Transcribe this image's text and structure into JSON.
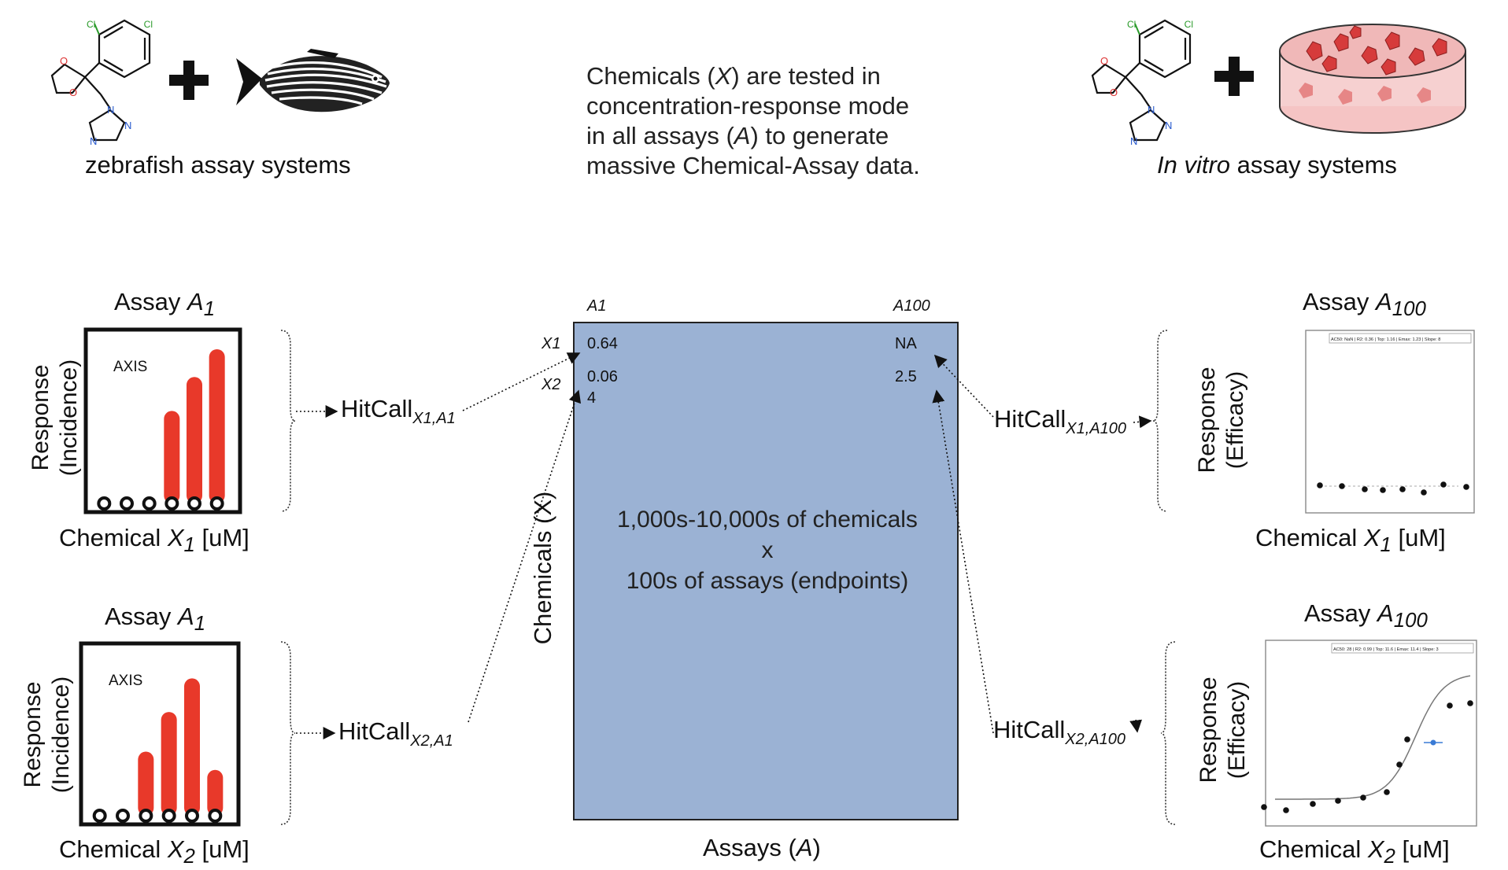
{
  "top": {
    "left_caption": "zebrafish assay systems",
    "right_caption_italic": "In vitro",
    "right_caption_rest": " assay systems",
    "desc_lines": [
      {
        "pre": "Chemicals (",
        "it": "X",
        "post": ") are tested in"
      },
      {
        "pre": "concentration-response mode",
        "it": "",
        "post": ""
      },
      {
        "pre": "in all assays (",
        "it": "A",
        "post": ") to generate"
      },
      {
        "pre": "massive Chemical-Assay data.",
        "it": "",
        "post": ""
      }
    ]
  },
  "left_panels": [
    {
      "title_pre": "Assay ",
      "title_it": "A",
      "title_sub": "1",
      "ylabel_line1": "Response",
      "ylabel_line2": "(Incidence)",
      "inner_label": "AXIS",
      "xlabel_pre": "Chemical ",
      "xlabel_it": "X",
      "xlabel_sub": "1",
      "xlabel_post": " [uM]",
      "bar_values": [
        0,
        0,
        0,
        0.6,
        0.82,
        1.0
      ],
      "hitcall_main": "HitCall",
      "hitcall_sub": "X1,A1"
    },
    {
      "title_pre": "Assay ",
      "title_it": "A",
      "title_sub": "1",
      "ylabel_line1": "Response",
      "ylabel_line2": "(Incidence)",
      "inner_label": "AXIS",
      "xlabel_pre": "Chemical ",
      "xlabel_it": "X",
      "xlabel_sub": "2",
      "xlabel_post": " [uM]",
      "bar_values": [
        0,
        0,
        0.42,
        0.68,
        0.9,
        0.3
      ],
      "hitcall_main": "HitCall",
      "hitcall_sub": "X2,A1"
    }
  ],
  "right_panels": [
    {
      "title_pre": "Assay ",
      "title_it": "A",
      "title_sub": "100",
      "ylabel_line1": "Response",
      "ylabel_line2": "(Efficacy)",
      "legend": "AC50: NaN | R2: 0.36 | Top: 1.16 | Emax: 1.23 | Slope: 8",
      "xlabel_pre": "Chemical ",
      "xlabel_it": "X",
      "xlabel_sub": "1",
      "xlabel_post": " [uM]",
      "hitcall_main": "HitCall",
      "hitcall_sub": "X1,A100"
    },
    {
      "title_pre": "Assay ",
      "title_it": "A",
      "title_sub": "100",
      "ylabel_line1": "Response",
      "ylabel_line2": "(Efficacy)",
      "legend": "AC50: 28 | R2: 0.99 | Top: 11.6 | Emax: 11.4 | Slope: 3",
      "xlabel_pre": "Chemical ",
      "xlabel_it": "X",
      "xlabel_sub": "2",
      "xlabel_post": " [uM]",
      "hitcall_main": "HitCall",
      "hitcall_sub": "X2,A100"
    }
  ],
  "matrix": {
    "col_headers": [
      "A1",
      "A100"
    ],
    "row_headers": [
      "X1",
      "X2"
    ],
    "cells": {
      "x1_a1": "0.64",
      "x1_a100": "NA",
      "x2_a1_line1": "0.06",
      "x2_a1_line2": "4",
      "x2_a100": "2.5"
    },
    "center_lines": [
      "1,000s-10,000s of chemicals",
      "x",
      "100s of assays (endpoints)"
    ],
    "ylabel": "Chemicals (X)",
    "xlabel_pre": "Assays (",
    "xlabel_it": "A",
    "xlabel_post": ")"
  },
  "colors": {
    "bar_red": "#e8392a",
    "matrix_fill": "#9bb2d4",
    "fit_line": "#777777",
    "ac50_point": "#3a7bd5"
  }
}
